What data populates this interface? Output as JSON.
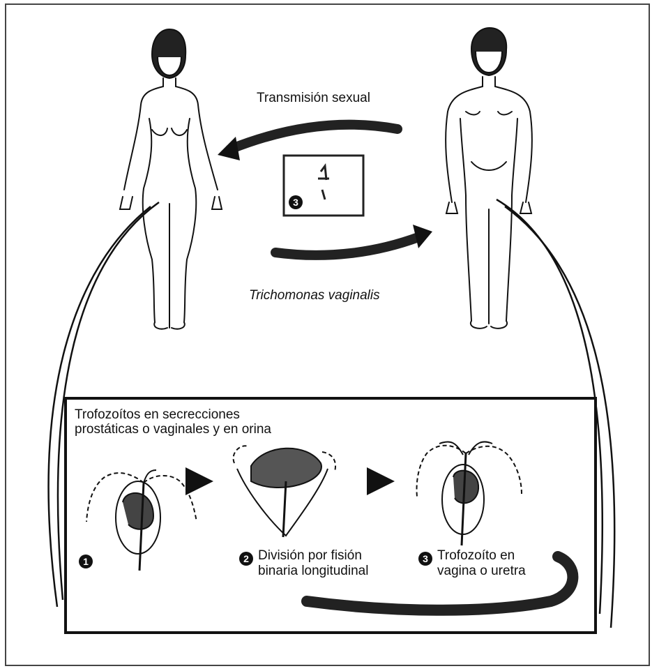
{
  "labels": {
    "transmission": "Transmisión sexual",
    "organism": "Trichomonas vaginalis",
    "box_title": "Trofozoítos en secrecciones prostáticas o vaginales y en orina",
    "step2": "División por fisión binaria longitudinal",
    "step3": "Trofozoíto en vagina o uretra"
  },
  "badges": {
    "inset": "3",
    "step1": "1",
    "step2": "2",
    "step3": "3"
  },
  "icons": [
    "female-figure-icon",
    "male-figure-icon",
    "trophozoite-icon",
    "dividing-trophozoite-icon",
    "small-arrow-icon",
    "cycle-arrow-icon"
  ],
  "colors": {
    "ink": "#111111",
    "frame": "#444444",
    "background": "#ffffff"
  }
}
